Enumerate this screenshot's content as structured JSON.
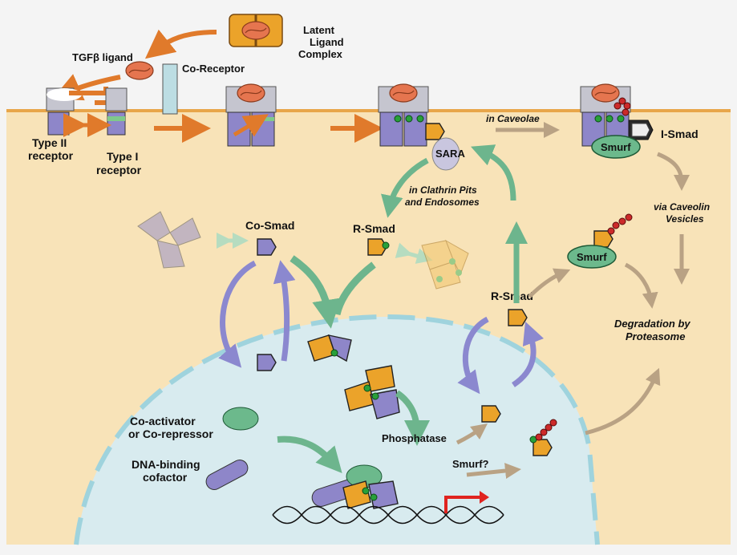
{
  "labels": {
    "latent_ligand": [
      "Latent",
      "Ligand",
      "Complex"
    ],
    "tgfb_ligand": "TGFβ ligand",
    "co_receptor": "Co-Receptor",
    "type_ii": [
      "Type II",
      "receptor"
    ],
    "type_i": [
      "Type I",
      "receptor"
    ],
    "in_caveolae": "in Caveolae",
    "i_smad": "I-Smad",
    "smurf_top": "Smurf",
    "sara": "SARA",
    "clathrin": [
      "in Clathrin Pits",
      "and Endosomes"
    ],
    "via_caveolin": [
      "via Caveolin",
      "Vesicles"
    ],
    "co_smad": "Co-Smad",
    "r_smad_left": "R-Smad",
    "smurf_mid": "Smurf",
    "r_smad_right": "R-Smad",
    "degradation": [
      "Degradation by",
      "Proteasome"
    ],
    "co_activator": [
      "Co-activator",
      "or Co-repressor"
    ],
    "dna_binding": [
      "DNA-binding",
      "cofactor"
    ],
    "phosphatase": "Phosphatase",
    "smurf_q": "Smurf?"
  },
  "colors": {
    "cytoplasm": "#f8e3b8",
    "membrane": "#e8a64a",
    "nucleus": "#d8ebef",
    "nuclear_envelope": "#9fd3dd",
    "smad_orange": "#eba32a",
    "co_smad_purple": "#8e86c9",
    "receptor_gray": "#c5c5cf",
    "green_arrow": "#6db58d",
    "purple_arrow": "#8b88cf",
    "tan_arrow": "#b9a284",
    "orange_arrow": "#e07a2b",
    "ligand_red": "#e5754f",
    "phosphate_green": "#28a03a",
    "ubiquitin_red": "#cc2a2a",
    "smurf_green": "#6cb98c"
  },
  "icons": [
    "ligand-icon",
    "receptor-icon",
    "r-smad-icon",
    "co-smad-icon",
    "phosphate-icon",
    "ubiquitin-chain-icon",
    "dna-helix-icon",
    "transcription-arrow-icon"
  ]
}
